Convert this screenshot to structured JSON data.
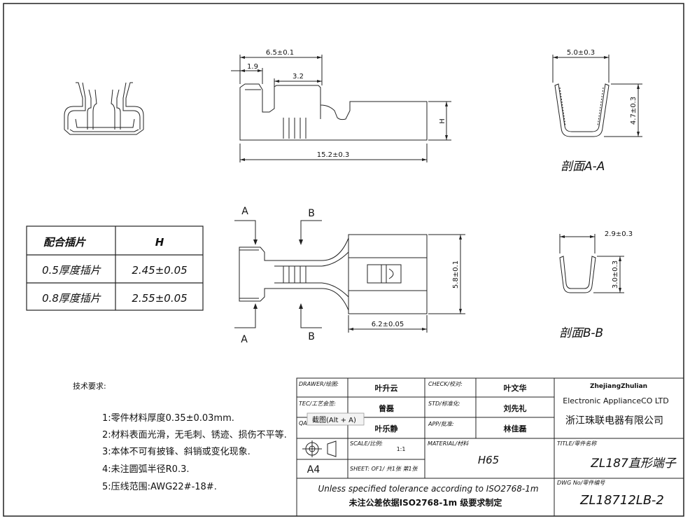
{
  "views": {
    "top_dims": {
      "overall_length": "6.5±0.1",
      "d1": "1.9",
      "d2": "3.2",
      "length": "15.2±0.3",
      "h_label": "H"
    },
    "bottom_dims": {
      "cut_a": "A",
      "cut_b": "B",
      "width": "5.8±0.1",
      "barrel": "6.2±0.05"
    },
    "section_a": {
      "width": "5.0±0.3",
      "height": "4.7±0.3",
      "caption": "剖面A-A"
    },
    "section_b": {
      "width": "2.9±0.3",
      "height": "3.0±0.3",
      "caption": "剖面B-B"
    }
  },
  "mating_table": {
    "headers": [
      "配合插片",
      "H"
    ],
    "rows": [
      [
        "0.5厚度插片",
        "2.45±0.05"
      ],
      [
        "0.8厚度插片",
        "2.55±0.05"
      ]
    ]
  },
  "tech_requirements": {
    "title": "技术要求:",
    "items": [
      "1:零件材料厚度0.35±0.03mm.",
      "2:材料表面光滑，无毛刺、锈迹、损伤不平等.",
      "3:本体不可有披锋、斜销或变化现象.",
      "4:未注圆弧半径R0.3.",
      "5:压线范围:AWG22#-18#."
    ]
  },
  "title_block": {
    "drawer_label": "DRAWER/绘图:",
    "drawer": "叶升云",
    "tec_label": "TEC/工艺会签:",
    "tec": "曾磊",
    "qa_label": "QA",
    "qa": "叶乐静",
    "check_label": "CHECK/校对:",
    "check": "叶文华",
    "std_label": "STD/标准化:",
    "std": "刘先礼",
    "app_label": "APP/批准:",
    "app": "林佳磊",
    "size": "A4",
    "scale_label": "SCALE/比例:",
    "scale": "1:1",
    "sheet_label": "SHEET: OF1/ 共1张 第1张",
    "material_label": "MATERIAL/材料",
    "material": "H65",
    "company_en_1": "ZhejiangZhulian",
    "company_en_2": "Electronic ApplianceCO LTD",
    "company_cn": "浙江珠联电器有限公司",
    "title_label": "TITLE/零件名称",
    "title": "ZL187直形端子",
    "dwg_label": "DWG No/零件编号",
    "dwg_no": "ZL18712LB-2",
    "tolerance_en": "Unless specified tolerance according to ISO2768-1m",
    "tolerance_cn": "未注公差依据ISO2768-1m 级要求制定"
  },
  "tooltip": "截图(Alt + A)"
}
